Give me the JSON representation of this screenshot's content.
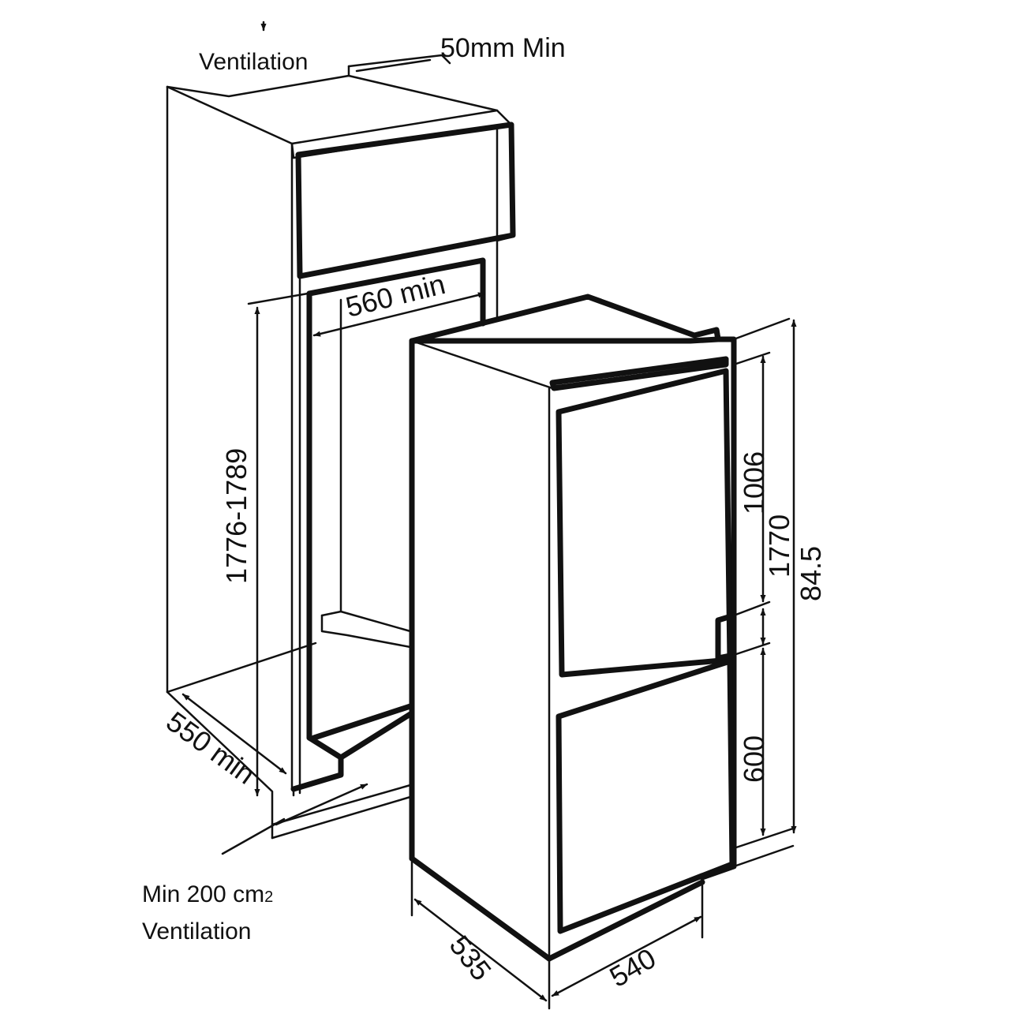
{
  "labels": {
    "ventilation_top": "Ventilation",
    "gap_top": "50mm Min",
    "niche_width": "560 min",
    "niche_height": "1776-1789",
    "niche_depth": "550 min",
    "vent_bottom_line1": "Min 200 cm",
    "vent_bottom_unit_sub": "2",
    "vent_bottom_line2": "Ventilation"
  },
  "dimensions": {
    "upper_door_height": "1006",
    "appliance_height": "1770",
    "lower_door_height": "600",
    "side_dim": "84.5",
    "appliance_depth": "535",
    "appliance_width": "540"
  }
}
